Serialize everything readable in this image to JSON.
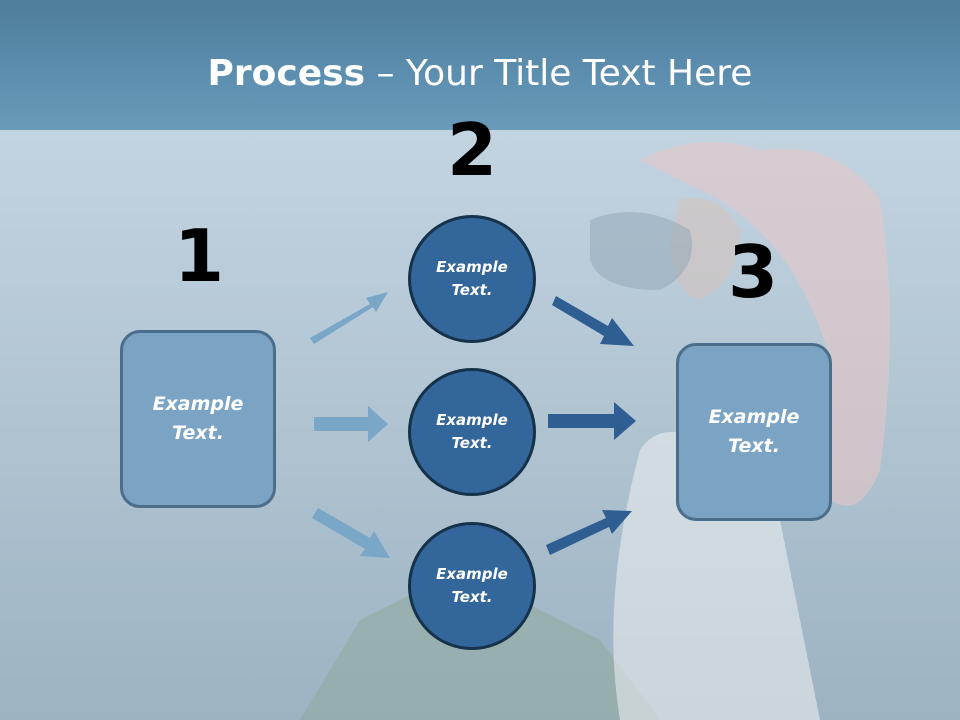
{
  "title": {
    "bold": "Process",
    "rest": " – Your Title Text Here"
  },
  "steps": {
    "one": "1",
    "two": "2",
    "three": "3"
  },
  "boxes": {
    "left": "Example Text.",
    "right": "Example Text.",
    "circle_top": "Example Text.",
    "circle_mid": "Example Text.",
    "circle_bottom": "Example Text."
  },
  "colors": {
    "title_band": "#5d8fb0",
    "box_fill": "#7ba4c4",
    "circle_fill": "#33669a",
    "arrow_light": "#7aa6c8",
    "arrow_dark": "#2e5e92"
  }
}
